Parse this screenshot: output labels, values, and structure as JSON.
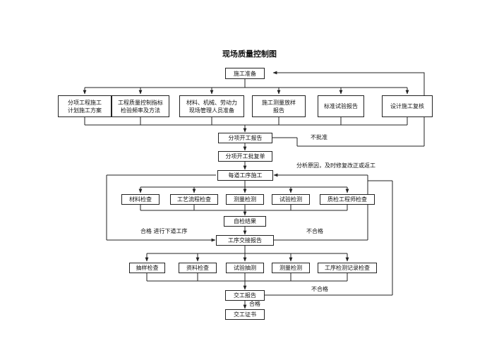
{
  "title": "现场质量控制图",
  "nodes": {
    "prep": "施工准备",
    "plan": "分项工程施工\n计划施工方案",
    "index": "工程质量控制指标\n检验频率及方法",
    "materials": "材料、机械、劳动力\n现场管理人员准备",
    "survey": "施工测量放样\n报告",
    "test_report": "标准试验报告",
    "design_review": "设计施工复核",
    "start_report": "分项开工报告",
    "approval": "分项开工批复单",
    "process": "每道工序施工",
    "material_check": "材料检查",
    "flow_check": "工艺流程检查",
    "measure": "测量检测",
    "test": "试验检测",
    "qc_engineer": "质检工程师检查",
    "self_check": "自检结果",
    "handover": "工序交接报告",
    "sampling": "抽样检查",
    "docs": "资料检查",
    "test_sampling": "试验抽测",
    "measure2": "测量检测",
    "record_check": "工序检测记录检查",
    "delivery_report": "交工报告",
    "certificate": "交工证书"
  },
  "labels": {
    "not_approved": "不批准",
    "analyze": "分析原因，及时修复改正或返工",
    "pass_next": "合格  进行下道工序",
    "fail1": "不合格",
    "fail2": "不合格",
    "pass": "合格"
  }
}
